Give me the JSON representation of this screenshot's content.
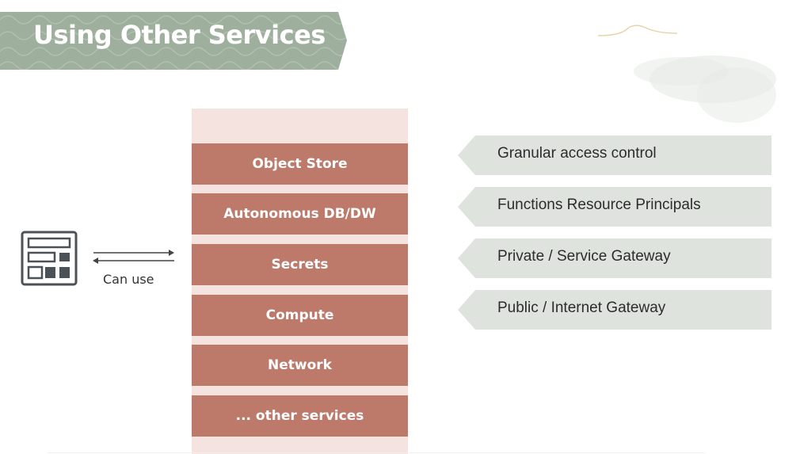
{
  "title": "Using Other Services",
  "client": {
    "relation_label": "Can use"
  },
  "services": [
    {
      "label": "Object Store"
    },
    {
      "label": "Autonomous DB/DW"
    },
    {
      "label": "Secrets"
    },
    {
      "label": "Compute"
    },
    {
      "label": "Network"
    },
    {
      "label": "... other services"
    }
  ],
  "features": [
    {
      "label": "Granular access control"
    },
    {
      "label": "Functions Resource Principals"
    },
    {
      "label": "Private / Service Gateway"
    },
    {
      "label": "Public / Internet Gateway"
    }
  ],
  "icons": {
    "client": "dashboard-icon",
    "relation": "bidirectional-arrows-icon"
  },
  "colors": {
    "banner": "#9faf9e",
    "service_row": "#bd7a6b",
    "service_column": "#f4e3de",
    "feature_bg": "#dfe3de"
  }
}
